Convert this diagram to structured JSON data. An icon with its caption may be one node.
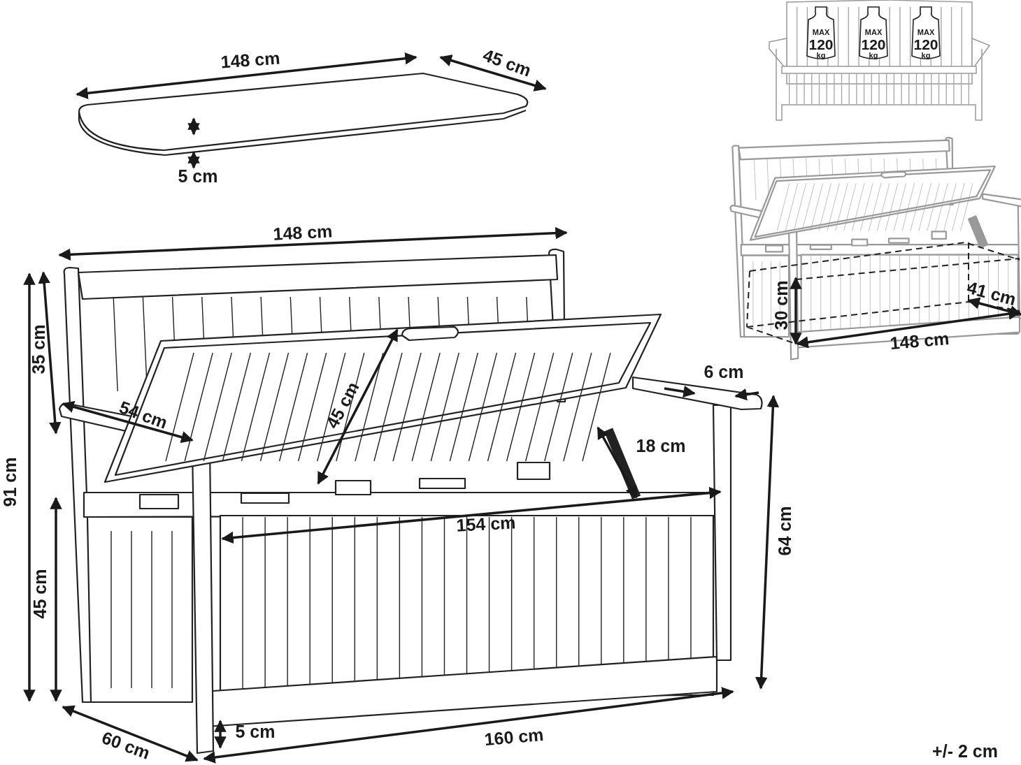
{
  "diagram": {
    "labels": [
      "148 cm",
      "45 cm",
      "MAX",
      "120",
      "kg",
      "MAX",
      "120",
      "kg",
      "MAX",
      "120",
      "kg",
      "5 cm",
      "148 cm",
      "91 cm",
      "35 cm",
      "54 cm",
      "45 cm",
      "6 cm",
      "18 cm",
      "30 cm",
      "41 cm",
      "148 cm",
      "154 cm",
      "64 cm",
      "45 cm",
      "5 cm",
      "60 cm",
      "160 cm",
      "+/- 2 cm"
    ]
  }
}
